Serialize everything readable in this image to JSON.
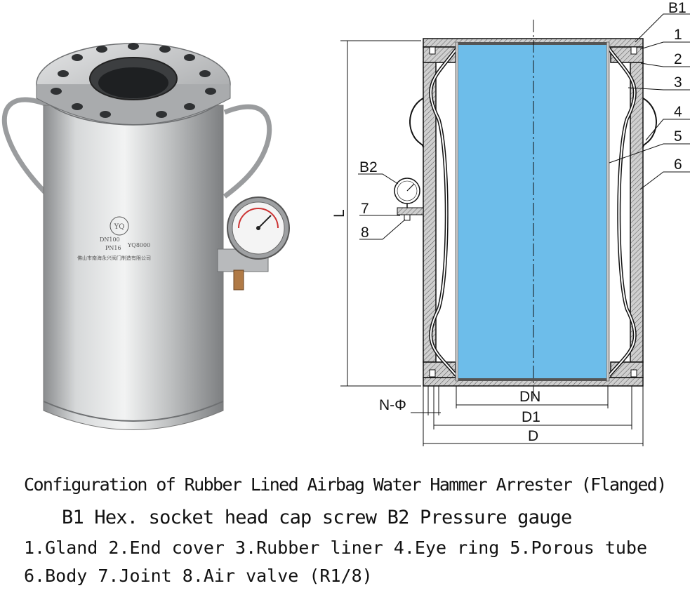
{
  "product_photo": {
    "logo": "YQ",
    "nameplate_line1": "DN100",
    "nameplate_line2": "PN16",
    "model": "YQ8000",
    "maker": "佛山市南海永兴阀门制造有限公司"
  },
  "drawing": {
    "callouts": [
      "B1",
      "1",
      "2",
      "3",
      "4",
      "5",
      "6"
    ],
    "left_callouts": [
      "B2",
      "7",
      "8"
    ],
    "dimension_length": "L",
    "dim_dn": "DN",
    "dim_d1": "D1",
    "dim_d": "D",
    "dim_holes": "N-Φ",
    "colors": {
      "liner": "#6dbdea",
      "metal": "#c8c8c8",
      "line": "#111111"
    }
  },
  "caption": {
    "title": "Configuration of Rubber Lined Airbag Water Hammer Arrester (Flanged)",
    "line2": "B1 Hex. socket head cap screw B2 Pressure gauge",
    "line3": "1.Gland 2.End cover 3.Rubber liner 4.Eye ring 5.Porous tube",
    "line4": "6.Body 7.Joint 8.Air valve (R1/8)"
  }
}
